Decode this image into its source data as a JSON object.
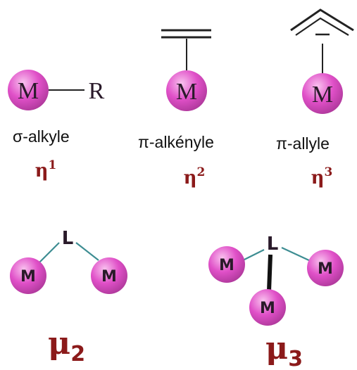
{
  "colors": {
    "metal_fill": "#e050c8",
    "metal_highlight": "#f9c2ef",
    "metal_edge": "#b23a9e",
    "hapto_color": "#8b1a1a",
    "bond_color": "#222222",
    "teal_bond": "#3d8d92"
  },
  "top_row": [
    {
      "metal": "M",
      "substituent": "R",
      "caption": "σ-alkyle",
      "hapto_symbol": "η",
      "hapto_number": "1"
    },
    {
      "metal": "M",
      "caption": "π-alkényle",
      "hapto_symbol": "η",
      "hapto_number": "2"
    },
    {
      "metal": "M",
      "caption": "π-allyle",
      "hapto_symbol": "η",
      "hapto_number": "3"
    }
  ],
  "bottom_row": [
    {
      "ligand": "L",
      "metals": [
        "M",
        "M"
      ],
      "mu_symbol": "μ",
      "mu_number": "2"
    },
    {
      "ligand": "L",
      "metals": [
        "M",
        "M",
        "M"
      ],
      "mu_symbol": "μ",
      "mu_number": "3"
    }
  ]
}
